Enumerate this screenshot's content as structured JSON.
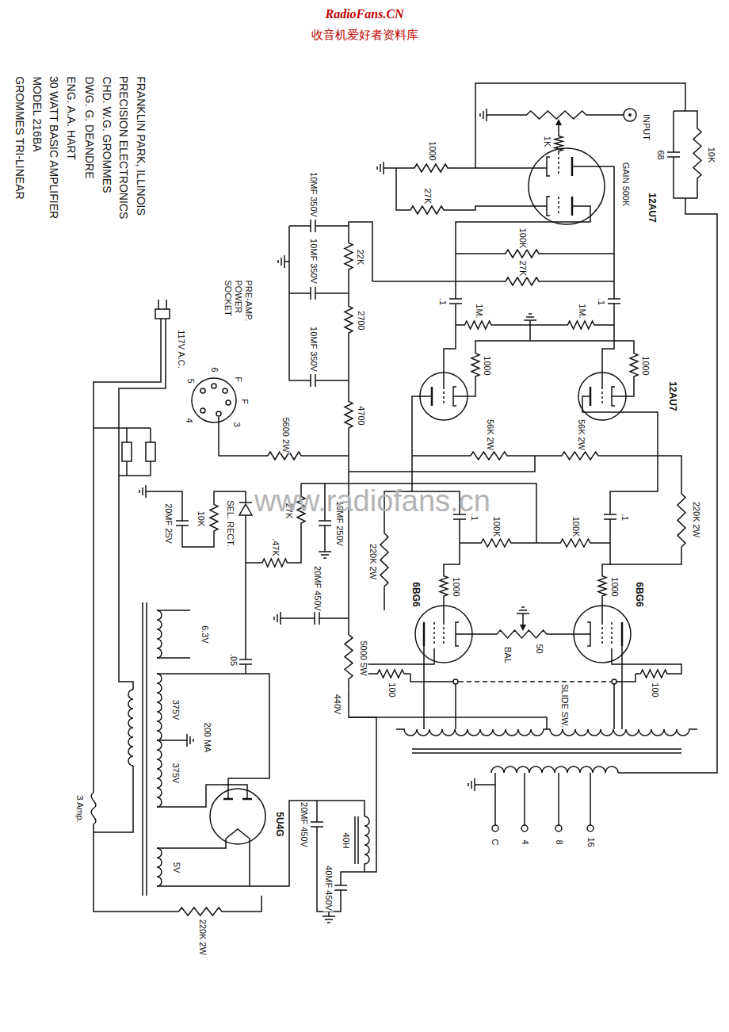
{
  "diagram": {
    "labels": [
      "RadioFans.CN",
      "收音机爱好者资料库",
      "GROMMES TRI-LINEAR",
      "MODEL 216BA",
      "30 WATT BASIC AMPLIFIER",
      "ENG. A.A. HART",
      "DWG. G. DEANDRE",
      "CHD. W.G. GROMMES",
      "PRECISION ELECTRONICS",
      "FRANKLIN PARK, ILLINOIS",
      "INPUT",
      "GAIN 500K",
      "1K",
      "12AU7",
      "1000",
      "27K",
      "100K",
      "27K",
      "10MF 350V",
      "22K",
      "10MF 350V",
      "2700",
      "10MF 350V",
      "4700",
      "PRE-AMP. POWER SOCKET",
      "117V A.C.",
      "5600 2W",
      ".1",
      ".1",
      "1M.",
      "1M.",
      "1000",
      "1000",
      "12AU7",
      "56K 2W",
      "56K 2W",
      "68",
      "10K",
      "220K 2W",
      ".1",
      ".1",
      "100K",
      "100K",
      "220K 2W",
      "1000",
      "1000",
      "6BG6",
      "6BG6",
      "BAL",
      "50",
      "100",
      "100",
      "SLIDE SW.",
      "C",
      "4",
      "8",
      "16",
      "SEL. RECT.",
      "27K",
      "10MF 250V",
      "20MF 25V",
      "10K",
      ".47K",
      "6.3V",
      ".05",
      "20MF 450V",
      "5000 5W",
      "440V",
      "375V",
      "200 MA",
      "375V",
      "5U4G",
      "5V",
      "20MF 450V",
      "40MF 450V",
      "40H",
      "3 Amp.",
      "220K 2W",
      "www.radiofans.cn",
      "5",
      "6",
      "F",
      "F",
      "4",
      "3"
    ]
  }
}
